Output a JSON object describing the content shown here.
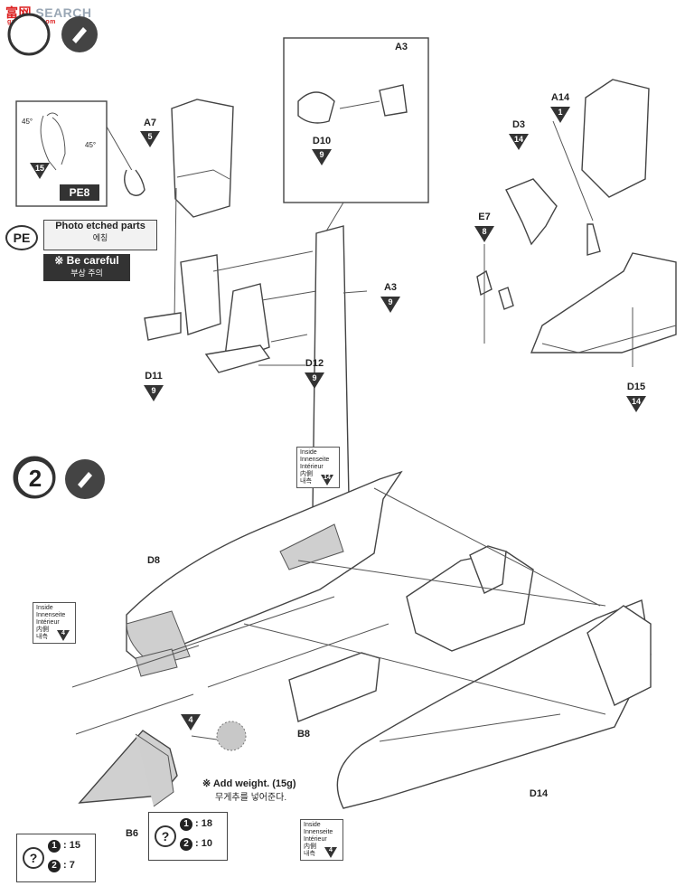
{
  "watermark": {
    "prefix": "富",
    "middle": "网",
    "text": "SEARCH",
    "sub": "gao-shou.com"
  },
  "step1": {
    "number": "",
    "labels": {
      "A7": "A7",
      "A3_top": "A3",
      "D10": "D10",
      "A14": "A14",
      "D3": "D3",
      "E7": "E7",
      "A3_mid": "A3",
      "D11": "D11",
      "D12": "D12",
      "D15": "D15",
      "PE8": "PE8",
      "num15": "15",
      "angle45a": "45°",
      "angle45b": "45°"
    },
    "paints": {
      "A7": "5",
      "D10": "9",
      "A14": "1",
      "D3": "14",
      "E7": "8",
      "A3_mid": "9",
      "D11": "9",
      "D12": "9",
      "D15": "14"
    },
    "pe_badge": "PE",
    "pe_note": {
      "en": "Photo etched parts",
      "kr": "에칭"
    },
    "careful": {
      "en": "※ Be careful",
      "kr": "부상 주의"
    }
  },
  "step2": {
    "number": "2",
    "labels": {
      "D8": "D8",
      "B8": "B8",
      "B6": "B6",
      "D14": "D14"
    },
    "inside_boxes": [
      {
        "en": "Inside",
        "de": "Innenseite",
        "fr": "Intérieur",
        "jp": "内側",
        "kr": "내측",
        "paint": "14"
      },
      {
        "en": "Inside",
        "de": "Innenseite",
        "fr": "Intérieur",
        "jp": "内側",
        "kr": "내측",
        "paint": "4"
      },
      {
        "en": "Inside",
        "de": "Innenseite",
        "fr": "Intérieur",
        "jp": "内側",
        "kr": "내측",
        "paint": "4"
      }
    ],
    "cone_paint": "4",
    "weight_note": {
      "en": "※ Add weight. (15g)",
      "kr": "무게추를 넣어준다."
    },
    "mix_left": {
      "q": "?",
      "r1_num": "1",
      "r1_val": "15",
      "r2_num": "2",
      "r2_val": "7"
    },
    "mix_right": {
      "q": "?",
      "r1_num": "1",
      "r1_val": "18",
      "r2_num": "2",
      "r2_val": "10"
    }
  }
}
